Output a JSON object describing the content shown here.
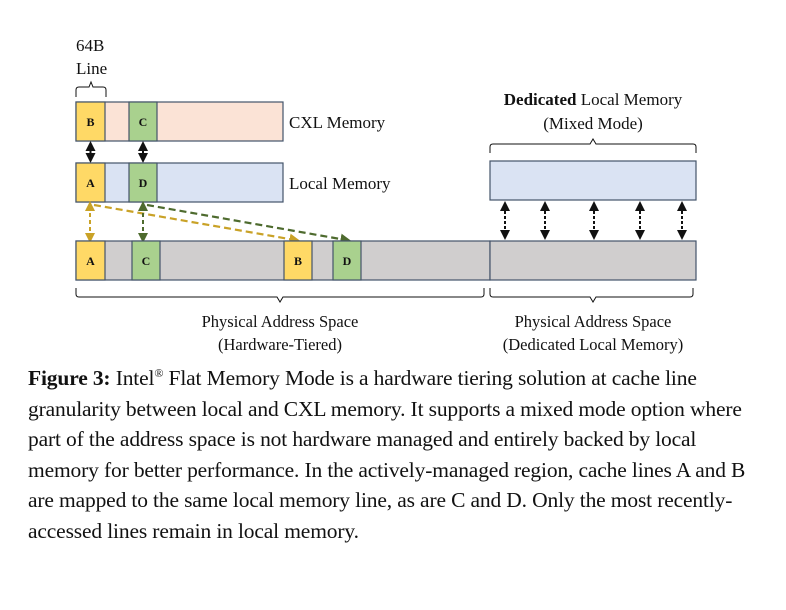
{
  "figure": {
    "line_size_label": [
      "64B",
      "Line"
    ],
    "rows": {
      "cxl": {
        "label": "CXL Memory",
        "cells": [
          "B",
          "C"
        ]
      },
      "local": {
        "label": "Local Memory",
        "cells": [
          "A",
          "D"
        ]
      },
      "physical": {
        "cells": [
          "A",
          "C",
          "B",
          "D"
        ]
      }
    },
    "dedicated": {
      "title_bold": "Dedicated",
      "title_rest": " Local Memory",
      "subtitle": "(Mixed Mode)"
    },
    "brace_labels": {
      "hw_tiered": [
        "Physical Address Space",
        "(Hardware-Tiered)"
      ],
      "dedicated": [
        "Physical Address Space",
        "(Dedicated Local Memory)"
      ]
    },
    "colors": {
      "cxl_fill": "#fbe3d6",
      "local_fill": "#dae3f3",
      "physical_fill": "#d0cece",
      "yellow_cell": "#ffd966",
      "green_cell": "#a9d18e",
      "border": "#44546a",
      "yellow_arrow": "#c9a227",
      "green_arrow": "#4e6b2e"
    }
  },
  "caption": {
    "label": "Figure 3:",
    "intel": "Intel",
    "reg": "®",
    "text": " Flat Memory Mode is a hardware tiering solution at cache line granularity between local and CXL memory. It supports a mixed mode option where part of the address space is not hardware managed and entirely backed by local memory for better performance. In the actively-managed region, cache lines A and B are mapped to the same local memory line, as are C and D. Only the most recently-accessed lines remain in local memory."
  }
}
